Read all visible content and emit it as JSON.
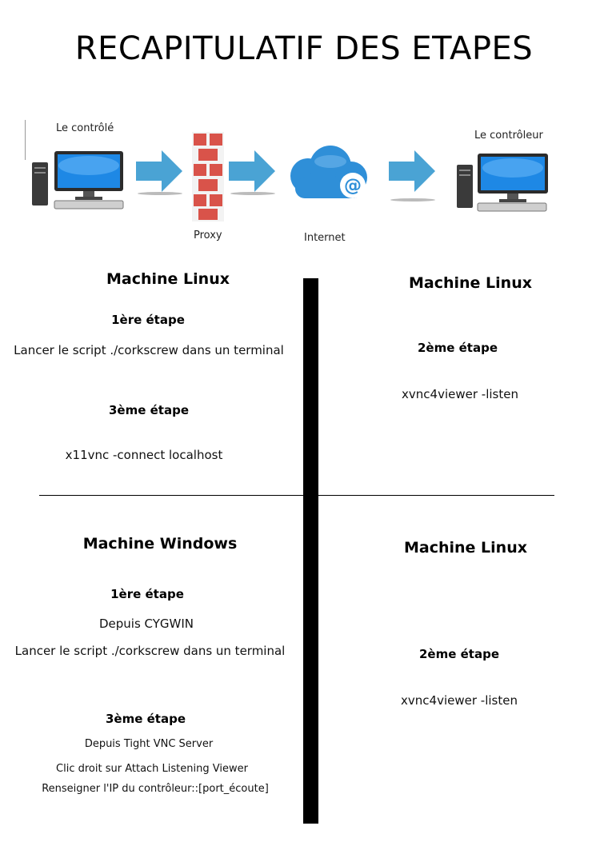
{
  "title": "RECAPITULATIF DES ETAPES",
  "diagram": {
    "label_controlled": "Le contrôlé",
    "label_proxy": "Proxy",
    "label_internet": "Internet",
    "label_controller": "Le contrôleur",
    "icons": [
      "desktop-computer-icon",
      "arrow-right-icon",
      "firewall-icon",
      "cloud-email-icon",
      "desktop-computer-icon"
    ]
  },
  "top_left": {
    "heading": "Machine Linux",
    "step1": "1ère étape",
    "step1_text": "Lancer le script ./corkscrew dans un terminal",
    "step3": "3ème étape",
    "step3_text": "x11vnc -connect localhost"
  },
  "top_right": {
    "heading": "Machine Linux",
    "step2": "2ème étape",
    "step2_text": "xvnc4viewer -listen"
  },
  "bottom_left": {
    "heading": "Machine Windows",
    "step1": "1ère étape",
    "step1_line1": "Depuis CYGWIN",
    "step1_line2": "Lancer le script ./corkscrew dans un terminal",
    "step3": "3ème étape",
    "step3_line1": "Depuis Tight VNC Server",
    "step3_line2": "Clic droit sur Attach Listening Viewer",
    "step3_line3": "Renseigner l'IP du contrôleur::[port_écoute]"
  },
  "bottom_right": {
    "heading": "Machine Linux",
    "step2": "2ème étape",
    "step2_text": "xvnc4viewer -listen"
  },
  "colors": {
    "arrow": "#4aa3d4",
    "brick": "#d9534a",
    "cloud": "#2f8fd8",
    "screen": "#1e88e5"
  }
}
